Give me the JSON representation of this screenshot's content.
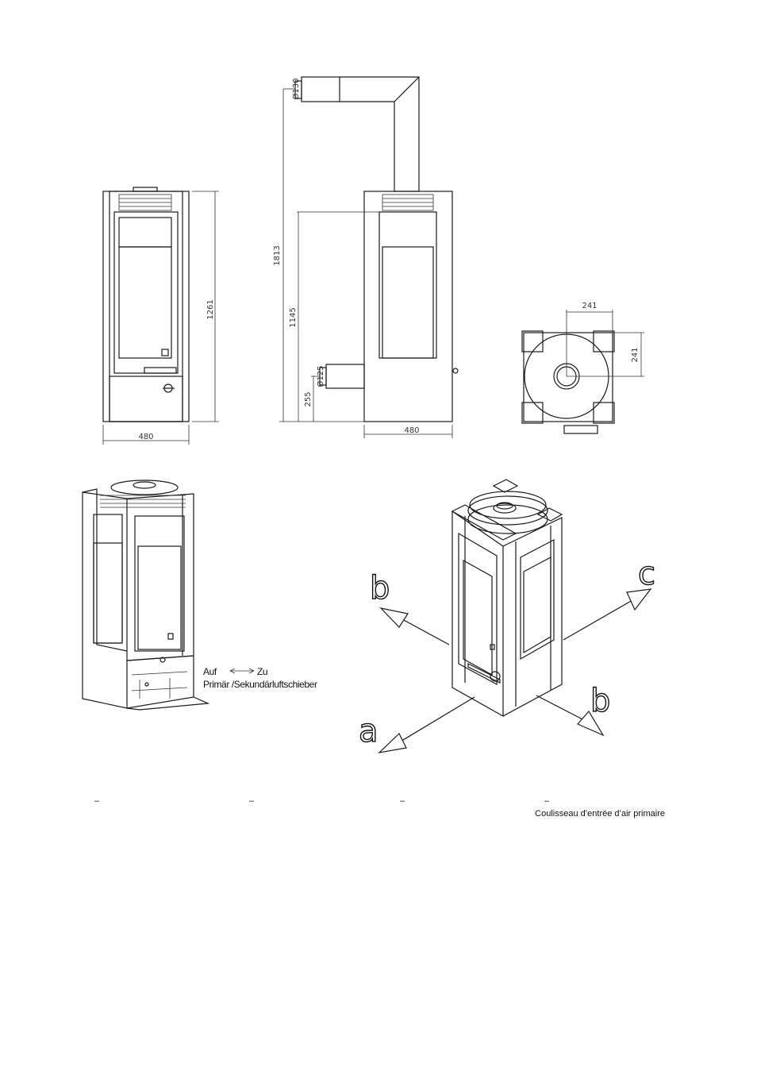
{
  "dimensions": {
    "front_width": "480",
    "front_height": "1261",
    "side_width": "480",
    "total_height": "1813",
    "flue_top_height": "1145",
    "rear_outlet_height": "255",
    "top_diameter": "Ø130",
    "rear_diameter": "Ø125",
    "top_offset_x": "241",
    "top_offset_y": "241"
  },
  "slider_labels": {
    "open": "Auf",
    "close": "Zu",
    "name": "Primär /Sekundärluftschieber"
  },
  "axes": {
    "a": "a",
    "b1": "b",
    "b2": "b",
    "c": "c"
  },
  "captions": {
    "dash1": "–",
    "dash2": "–",
    "dash3": "–",
    "dash4": "–",
    "fr": "Coulisseau d’entrée d’air primaire"
  }
}
